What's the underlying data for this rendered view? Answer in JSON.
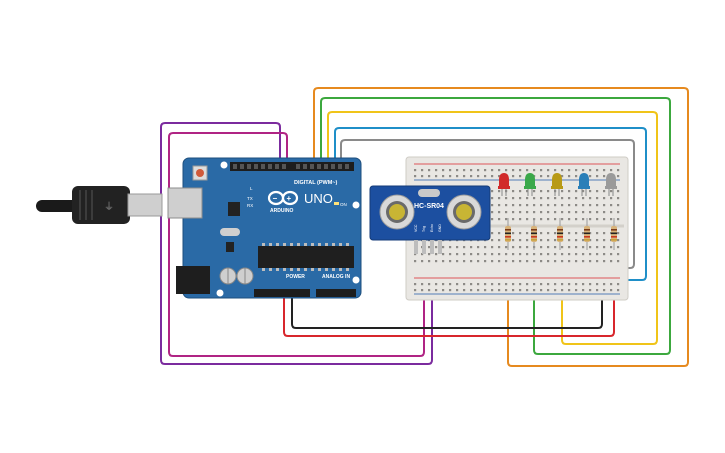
{
  "board": {
    "brand": "UNO",
    "logo_text": "ARDUINO",
    "digital_label": "DIGITAL (PWM~)",
    "power_label": "POWER",
    "analog_label": "ANALOG IN",
    "tx_label": "TX",
    "rx_label": "RX",
    "l_label": "L",
    "on_label": "ON"
  },
  "sensor": {
    "model": "HC-SR04",
    "pin_labels": [
      "VCC",
      "Trig",
      "Echo",
      "GND"
    ]
  },
  "leds": [
    {
      "color": "red"
    },
    {
      "color": "green"
    },
    {
      "color": "yellow"
    },
    {
      "color": "blue"
    },
    {
      "color": "white"
    }
  ],
  "colors": {
    "board": "#2a6aa6",
    "breadboard": "#e9e7e3",
    "wire_purple": "#7b2b9e",
    "wire_magenta": "#b02484",
    "wire_red": "#d8262c",
    "wire_black": "#222222",
    "wire_orange": "#e68a1f",
    "wire_green": "#3ca83e",
    "wire_yellow": "#f0c419",
    "wire_blue": "#1f8fc8",
    "wire_gray": "#8a8a8a",
    "led_red": "#d12a2a",
    "led_green": "#3aa84a",
    "led_yellow": "#b89a16",
    "led_blue": "#2a7fb8",
    "led_white": "#9a9a9a"
  }
}
